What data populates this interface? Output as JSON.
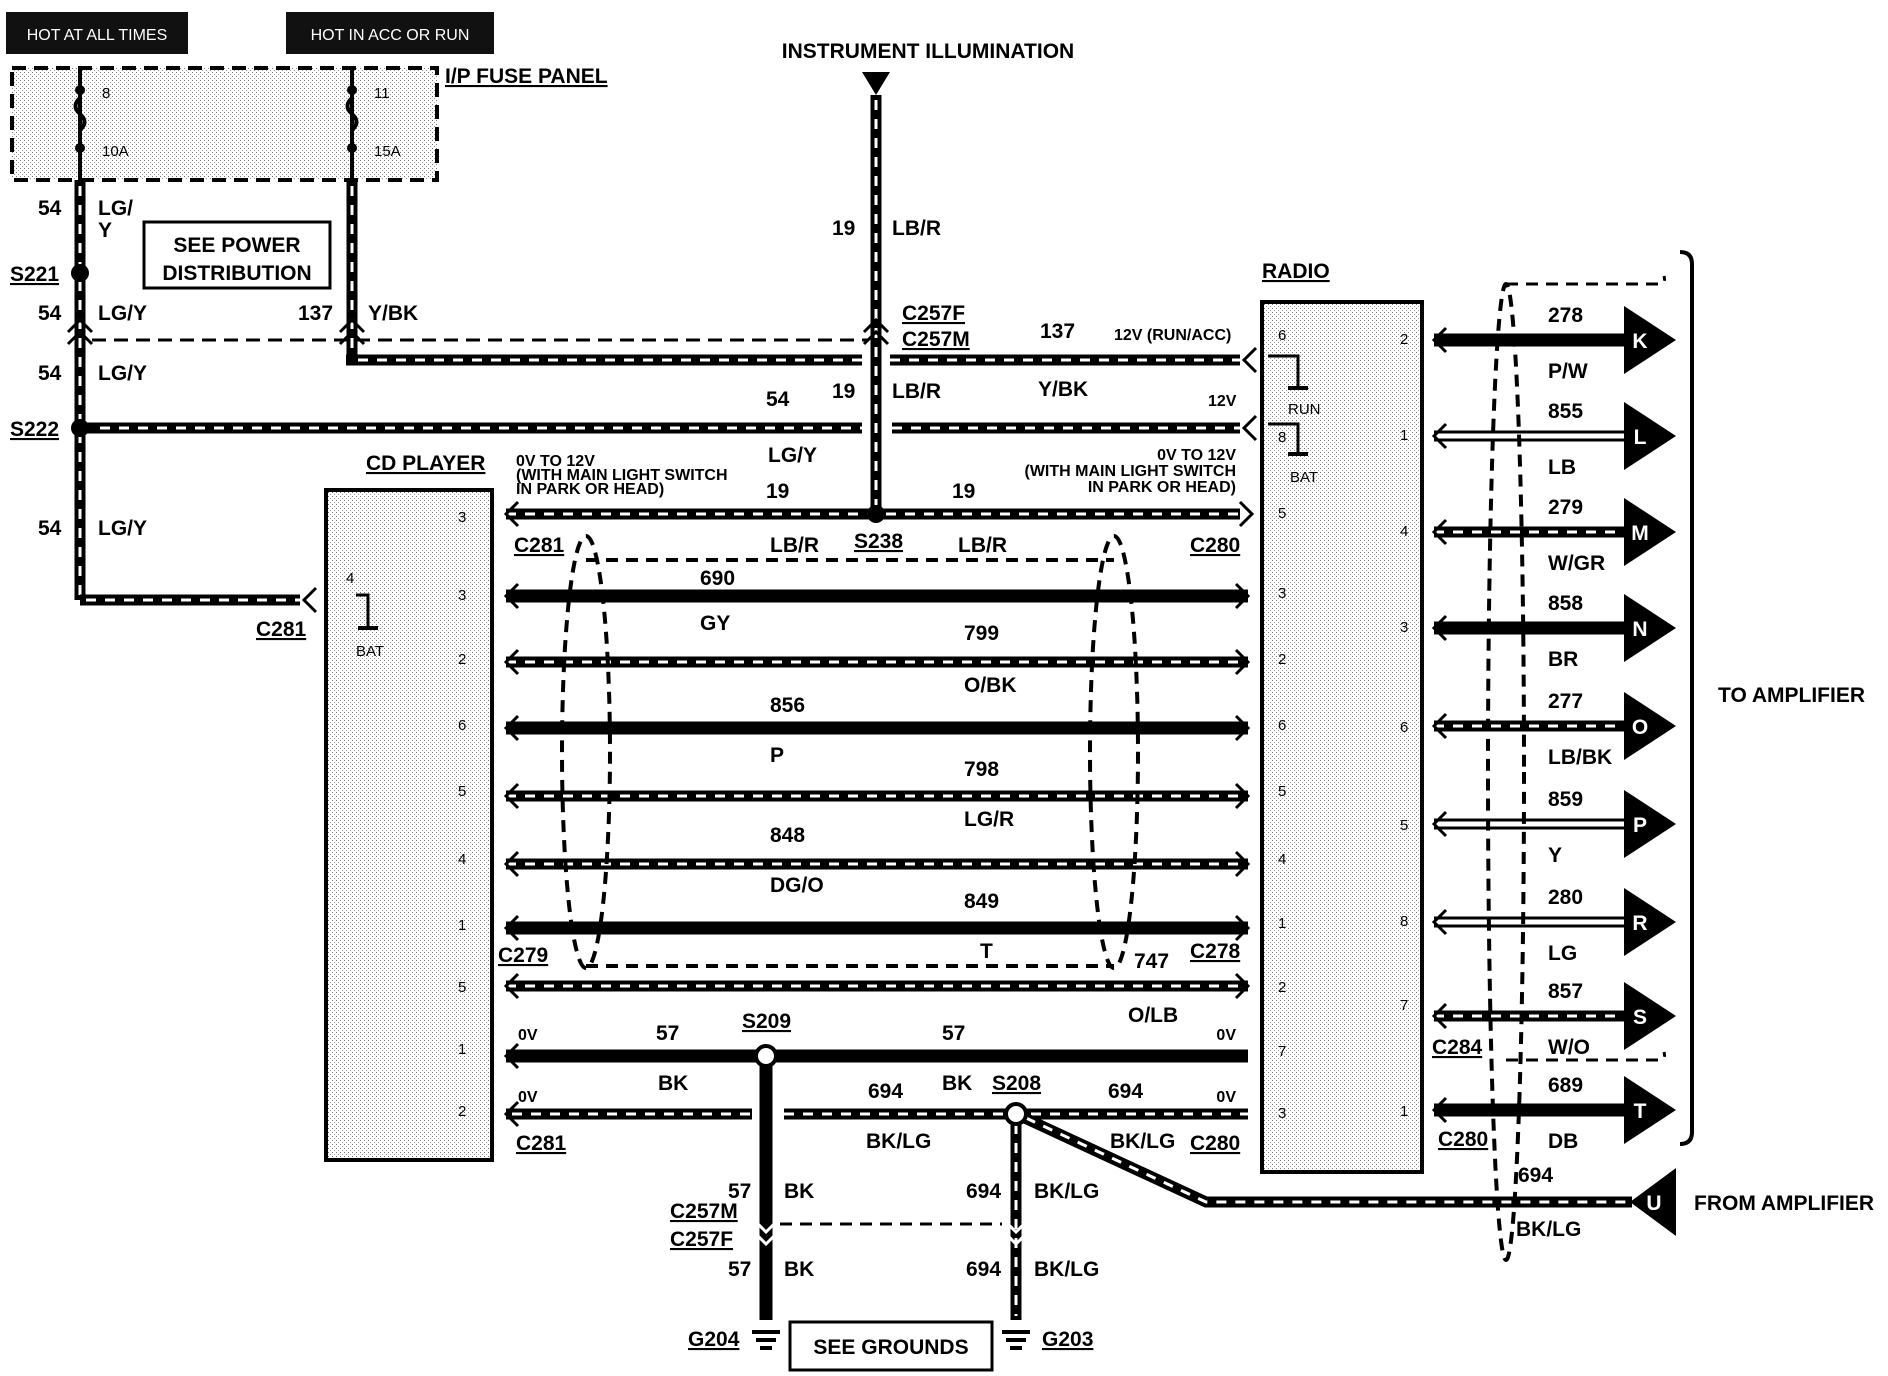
{
  "header": {
    "hot_all_times": "HOT AT ALL TIMES",
    "hot_acc_run": "HOT IN ACC OR RUN",
    "instrument_illumination": "INSTRUMENT ILLUMINATION"
  },
  "fuse_panel": {
    "title": "I/P FUSE PANEL",
    "fuse_a_num": "8",
    "fuse_a_amp": "10A",
    "fuse_b_num": "11",
    "fuse_b_amp": "15A"
  },
  "see_power": {
    "line1": "SEE POWER",
    "line2": "DISTRIBUTION"
  },
  "see_grounds": "SEE GROUNDS",
  "splices": {
    "s221": "S221",
    "s222": "S222",
    "s238": "S238",
    "s209": "S209",
    "s208": "S208"
  },
  "grounds": {
    "g204": "G204",
    "g203": "G203"
  },
  "connectors": {
    "c281_a": "C281",
    "c281_b": "C281",
    "c281_c": "C281",
    "c280_a": "C280",
    "c280_b": "C280",
    "c280_c": "C280",
    "c279": "C279",
    "c278": "C278",
    "c284": "C284",
    "c257f_top": "C257F",
    "c257m_top": "C257M",
    "c257m_bot": "C257M",
    "c257f_bot": "C257F"
  },
  "left_wires": {
    "c54a": "54",
    "col_a_1": "LG/",
    "col_a_2": "Y",
    "c54b": "54",
    "col_b": "LG/Y",
    "c54c": "54",
    "col_c": "LG/Y",
    "c54d": "54",
    "col_d": "LG/Y",
    "c137": "137",
    "col_137": "Y/BK"
  },
  "illum": {
    "c19a": "19",
    "col19a": "LB/R",
    "c19b": "19",
    "col19b": "LB/R",
    "c54": "54",
    "col54": "LG/Y",
    "c137": "137",
    "col137": "Y/BK",
    "note_12v_run": "12V (RUN/ACC)",
    "note_12v": "12V",
    "left_note_1": "0V TO 12V",
    "left_note_2": "(WITH MAIN LIGHT SWITCH",
    "left_note_3": "IN PARK OR HEAD)",
    "right_note_1": "0V TO 12V",
    "right_note_2": "(WITH MAIN LIGHT SWITCH",
    "right_note_3": "IN PARK OR HEAD)",
    "c19_l": "19",
    "c19_r": "19",
    "col_l": "LB/R",
    "col_r": "LB/R"
  },
  "cd_player": {
    "title": "CD PLAYER",
    "pins": [
      "3",
      "3",
      "2",
      "6",
      "5",
      "4",
      "1",
      "5",
      "1",
      "2"
    ],
    "bat_pin": "4",
    "bat": "BAT"
  },
  "radio": {
    "title": "RADIO",
    "left_pins": [
      "6",
      "8",
      "5",
      "3",
      "2",
      "6",
      "5",
      "4",
      "1",
      "2",
      "7",
      "3"
    ],
    "right_pins": [
      "2",
      "1",
      "4",
      "3",
      "6",
      "5",
      "8",
      "7",
      "1"
    ],
    "run": "RUN",
    "bat": "BAT"
  },
  "cd_bus": [
    {
      "circuit": "690",
      "color": "GY"
    },
    {
      "circuit": "799",
      "color": "O/BK"
    },
    {
      "circuit": "856",
      "color": "P"
    },
    {
      "circuit": "798",
      "color": "LG/R"
    },
    {
      "circuit": "848",
      "color": "DG/O"
    },
    {
      "circuit": "849",
      "color": "T"
    },
    {
      "circuit": "747",
      "color": "O/LB"
    }
  ],
  "ground_bus": {
    "ov_1": "0V",
    "ov_2": "0V",
    "ov_3": "0V",
    "ov_4": "0V",
    "c57a": "57",
    "c57b": "57",
    "bk_a": "BK",
    "bk_b": "BK",
    "c694a": "694",
    "c694b": "694",
    "bklg_a": "BK/LG",
    "bklg_b": "BK/LG",
    "c57_d1": "57",
    "bk_d1": "BK",
    "c57_d2": "57",
    "bk_d2": "BK",
    "c694_d1": "694",
    "bklg_d1": "BK/LG",
    "c694_d2": "694",
    "bklg_d2": "BK/LG"
  },
  "amp_out": [
    {
      "circuit": "278",
      "color": "P/W",
      "letter": "K"
    },
    {
      "circuit": "855",
      "color": "LB",
      "letter": "L"
    },
    {
      "circuit": "279",
      "color": "W/GR",
      "letter": "M"
    },
    {
      "circuit": "858",
      "color": "BR",
      "letter": "N"
    },
    {
      "circuit": "277",
      "color": "LB/BK",
      "letter": "O"
    },
    {
      "circuit": "859",
      "color": "Y",
      "letter": "P"
    },
    {
      "circuit": "280",
      "color": "LG",
      "letter": "R"
    },
    {
      "circuit": "857",
      "color": "W/O",
      "letter": "S"
    },
    {
      "circuit": "689",
      "color": "DB",
      "letter": "T"
    }
  ],
  "amp_in": {
    "circuit": "694",
    "color": "BK/LG",
    "letter": "U"
  },
  "to_amplifier": "TO AMPLIFIER",
  "from_amplifier": "FROM AMPLIFIER"
}
